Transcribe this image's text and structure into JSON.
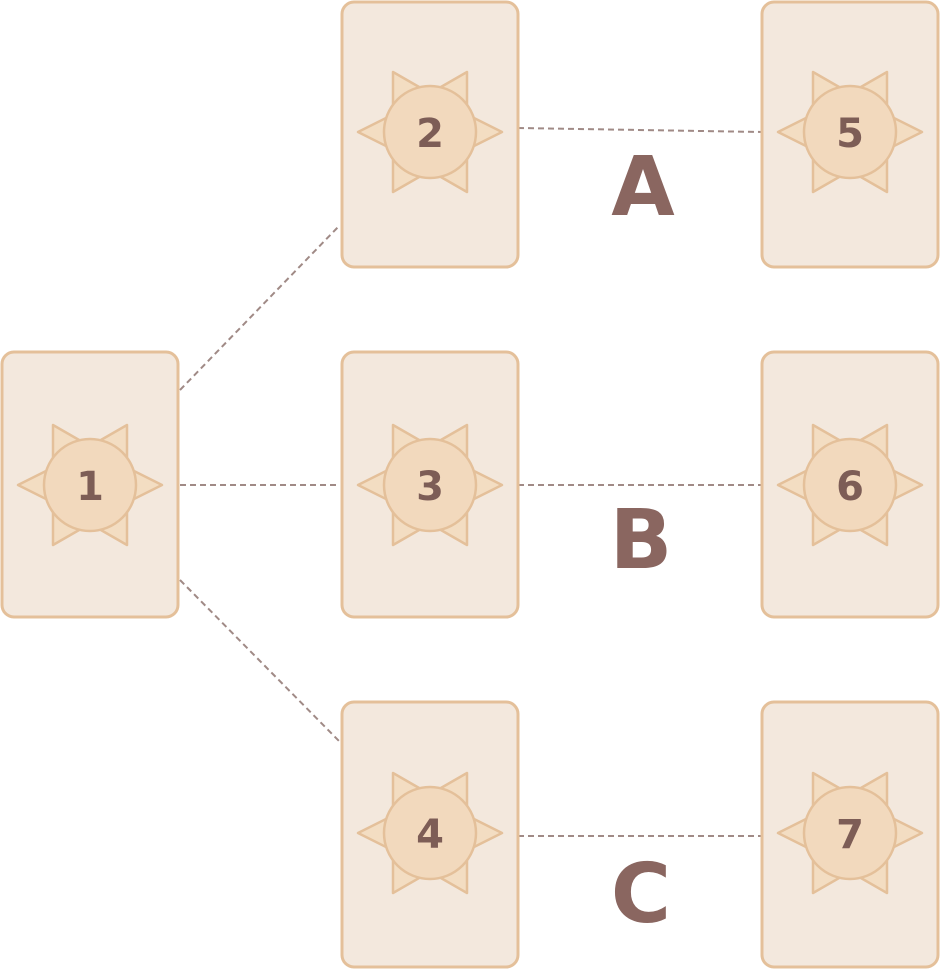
{
  "colors": {
    "card_fill": "#f3e8dd",
    "card_border": "#e4c09a",
    "sun_fill": "#f2d9bd",
    "number_color": "#7d5d56",
    "label_color": "#8a6660",
    "connector_color": "#a08a86"
  },
  "cards": [
    {
      "id": "1",
      "label": "1",
      "icon": "sun-icon"
    },
    {
      "id": "2",
      "label": "2",
      "icon": "sun-icon"
    },
    {
      "id": "3",
      "label": "3",
      "icon": "sun-icon"
    },
    {
      "id": "4",
      "label": "4",
      "icon": "sun-icon"
    },
    {
      "id": "5",
      "label": "5",
      "icon": "sun-icon"
    },
    {
      "id": "6",
      "label": "6",
      "icon": "sun-icon"
    },
    {
      "id": "7",
      "label": "7",
      "icon": "sun-icon"
    }
  ],
  "groups": [
    {
      "id": "A",
      "label": "A",
      "from": "2",
      "to": "5"
    },
    {
      "id": "B",
      "label": "B",
      "from": "3",
      "to": "6"
    },
    {
      "id": "C",
      "label": "C",
      "from": "4",
      "to": "7"
    }
  ],
  "edges": [
    {
      "from": "1",
      "to": "2"
    },
    {
      "from": "1",
      "to": "3"
    },
    {
      "from": "1",
      "to": "4"
    },
    {
      "from": "2",
      "to": "5"
    },
    {
      "from": "3",
      "to": "6"
    },
    {
      "from": "4",
      "to": "7"
    }
  ]
}
